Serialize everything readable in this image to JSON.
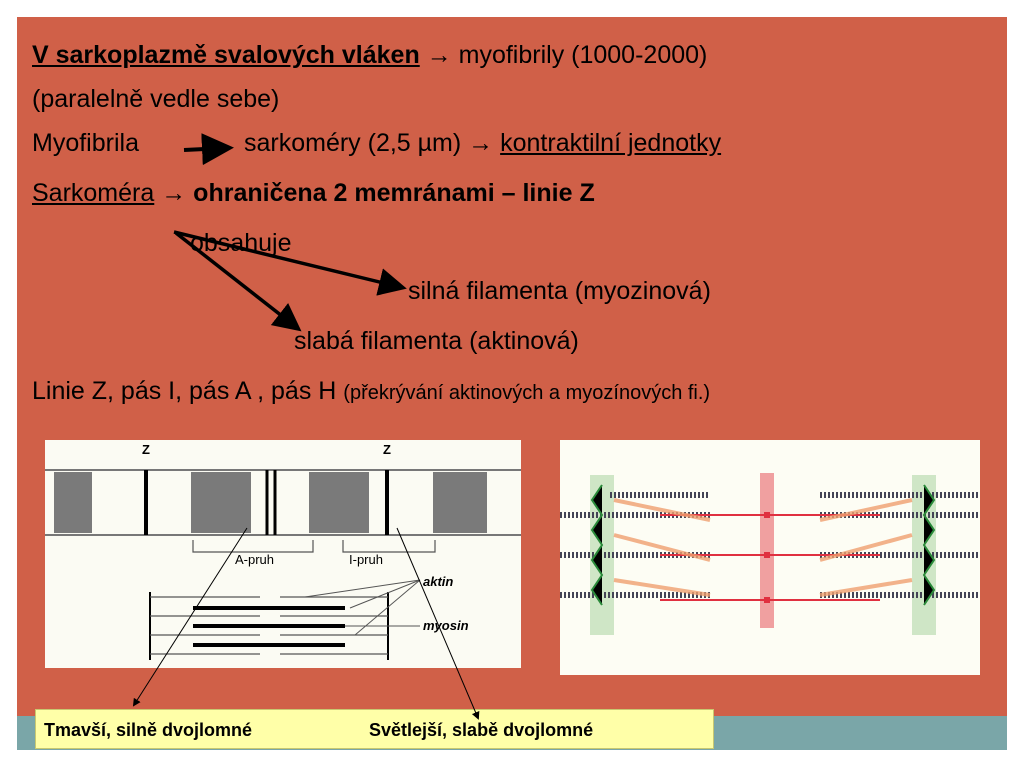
{
  "heading": {
    "underlined": "V sarkoplazmě svalových vláken",
    "rest": "→ myofibrily (1000-2000)",
    "cont": "(paralelně vedle sebe)"
  },
  "line2": {
    "a": "Myofibrila",
    "b": "sarkoméry (2,5 µm) →",
    "c": "kontraktilní jednotky"
  },
  "line3": {
    "a": "Sarkoméra",
    "b": "→",
    "c": "ohraničena 2 memránami – linie Z"
  },
  "line4": {
    "a": "obsahuje"
  },
  "line5": {
    "a": "silná filamenta (myozinová)"
  },
  "line6": {
    "a": "slabá filamenta (aktinová)"
  },
  "line7": {
    "a": "Linie Z, pás I, pás A , pás H",
    "b": "(překrývání aktinových a myozínových fi.)"
  },
  "figure_left": {
    "z1": "Z",
    "z2": "Z",
    "a_band": "A-pruh",
    "i_band": "I-pruh",
    "actin": "aktin",
    "myosin": "myosin"
  },
  "caption": {
    "left": "Tmavší, silně dvojlomné",
    "right": "Světlejší, slabě dvojlomné"
  },
  "colors": {
    "slide": "#d06048",
    "band": "#7aa6a8",
    "caption_bg": "#ffffa8"
  }
}
